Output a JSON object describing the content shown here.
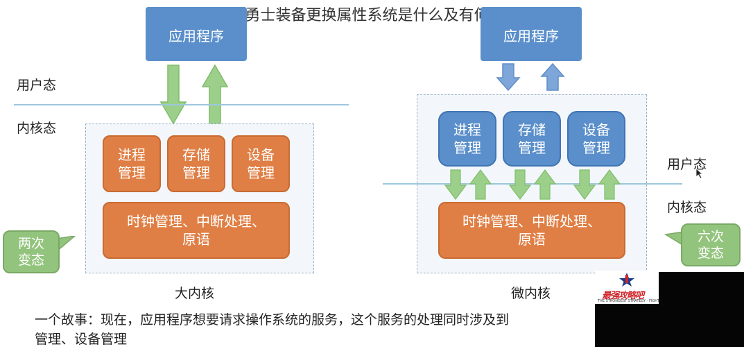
{
  "title": "勇士 x 勇士装备更换属性系统是什么及有何用详解？",
  "left": {
    "app": "应用程序",
    "user_mode": "用户态",
    "kernel_mode": "内核态",
    "process": [
      "进程",
      "管理"
    ],
    "storage": [
      "存储",
      "管理"
    ],
    "device": [
      "设备",
      "管理"
    ],
    "clock": [
      "时钟管理、中断处理、",
      "原语"
    ],
    "bubble": [
      "两次",
      "变态"
    ],
    "caption": "大内核"
  },
  "right": {
    "app": "应用程序",
    "user_mode": "用户态",
    "kernel_mode": "内核态",
    "process": [
      "进程",
      "管理"
    ],
    "storage": [
      "存储",
      "管理"
    ],
    "device": [
      "设备",
      "管理"
    ],
    "clock": [
      "时钟管理、中断处理、",
      "原语"
    ],
    "bubble": [
      "六次",
      "变态"
    ],
    "caption": "微内核"
  },
  "story": [
    "一个故事：现在，应用程序想要请求操作系统的服务，这个服务的处理同时涉及到",
    "管理、设备管理"
  ],
  "logo": {
    "text": "最强攻略吧",
    "sub": "THE STRONGEST STRATEGY · FIGHT"
  },
  "colors": {
    "app_blue": "#5b8fcb",
    "module_orange": "#e07f45",
    "bubble_green": "#93c47d",
    "arrow_green": "#9cd08a",
    "arrow_blue": "#7ea6d8"
  }
}
